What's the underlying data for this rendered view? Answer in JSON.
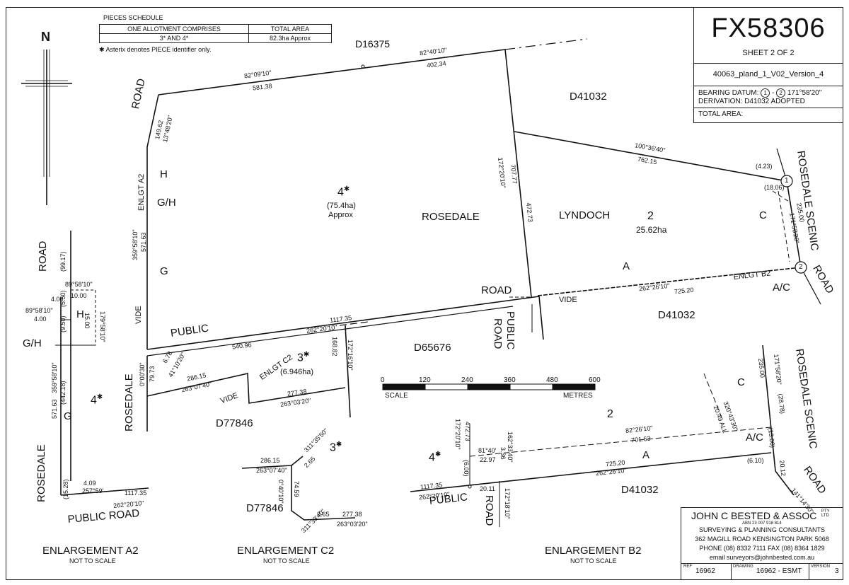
{
  "title_block": {
    "plan_number": "FX58306",
    "sheet": "SHEET 2 OF 2",
    "file_ref": "40063_pland_1_V02_Version_4",
    "bearing_datum_label": "BEARING DATUM:",
    "bearing_datum_from": "1",
    "bearing_datum_dash": "-",
    "bearing_datum_to": "2",
    "bearing_datum_value": "171°58'20\"",
    "derivation": "DERIVATION:  D41032 ADOPTED",
    "total_area": "TOTAL AREA:"
  },
  "schedule": {
    "heading": "PIECES  SCHEDULE",
    "col1": "ONE ALLOTMENT COMPRISES",
    "col2": "TOTAL AREA",
    "row_pieces": "3* AND 4*",
    "row_area": "82.3ha Approx",
    "note": "✱ Asterix denotes PIECE identifier only."
  },
  "north": {
    "label": "N"
  },
  "main_plan": {
    "d16375": "D16375",
    "d41032_top": "D41032",
    "d41032_mid": "D41032",
    "d65676": "D65676",
    "d77846": "D77846",
    "rosedale": "ROSEDALE",
    "lyndoch": "LYNDOCH",
    "piece4": "4",
    "piece4_area": "(75.4ha)",
    "piece4_approx": "Approx",
    "piece3": "3",
    "piece3_area": "(6.946ha)",
    "alloc2": "2",
    "alloc2_area": "25.62ha",
    "road_nw": "ROAD",
    "road_mid": "ROAD",
    "public_mid": "PUBLIC",
    "road_mid_v": "ROAD",
    "public_left": "PUBLIC",
    "rosedale_left": "ROSEDALE",
    "vide_left": "VIDE",
    "vide_mid": "VIDE",
    "vide_low": "VIDE",
    "enlgt_a2": "ENLGT A2",
    "enlgt_b2": "ENLGT B2",
    "enlgt_c2": "ENLGT C2",
    "rosedale_scenic": "ROSEDALE SCENIC",
    "road_e": "ROAD",
    "lbl_h": "H",
    "lbl_gh": "G/H",
    "lbl_g": "G",
    "lbl_a": "A",
    "lbl_c": "C",
    "lbl_ac": "A/C",
    "pt1": "1",
    "pt2": "2",
    "b_82_09_10": "82°09'10\"",
    "d_581_38": "581.38",
    "b_82_40_10": "82°40'10\"",
    "d_402_34": "402.34",
    "d_149_62": "149.62",
    "b_13_48_20": "13°48'20\"",
    "b_359_58_10": "359°58'10\"",
    "d_571_63": "571.63",
    "b_172_20_10": "172°20'10\"",
    "d_707_77": "707.77",
    "d_472_73": "472.73",
    "b_100_36_40": "100°36'40\"",
    "d_762_15": "762.15",
    "d_4_23": "(4.23)",
    "d_18_06": "(18.06)",
    "d_235_00": "235.00",
    "b_171_58_20": "171°58'20\"",
    "b_262_26_10": "262°26'10\"",
    "d_725_20": "725.20",
    "d_1117_35": "1117.35",
    "b_262_20_10": "262°20'10\"",
    "d_540_96": "540.96",
    "d_6_78": "6.78",
    "b_41_10_20": "41°10'20\"",
    "b_0_00_30": "0°00'30\"",
    "d_79_73": "79.73",
    "d_286_15": "286.15",
    "b_263_07_40": "263°07'40\"",
    "d_277_38": "277.38",
    "b_263_03_20": "263°03'20\"",
    "d_168_82": "168.82",
    "b_172_16_10": "172°16'10\""
  },
  "scale_bar": {
    "ticks": [
      "0",
      "120",
      "240",
      "360",
      "480",
      "600"
    ],
    "scale_label": "SCALE",
    "units_label": "METRES"
  },
  "enlargement_a2": {
    "title": "ENLARGEMENT A2",
    "subtitle": "NOT TO SCALE",
    "road": "ROAD",
    "public_road": "PUBLIC  ROAD",
    "rosedale": "ROSEDALE",
    "piece": "4",
    "lbl_h": "H",
    "lbl_gh": "G/H",
    "lbl_g": "G",
    "d_99_17": "(99.17)",
    "b_89_58_10_top": "89°58'10\"",
    "d_10_00": "10.00",
    "d_5_50": "(5.50)",
    "d_4_00": "4.00",
    "b_89_58_10_left": "89°58'10\"",
    "d_4_00b": "4.00",
    "d_9_50": "(9.50)",
    "d_15_00": "15.00",
    "b_179_58_10": "179°58'10\"",
    "b_359_58_10": "359°58'10\"",
    "d_571_63": "571.63",
    "d_442_18": "(442.18)",
    "d_4_09": "4.09",
    "b_257_59": "257°59'",
    "d_15_28": "(15.28)",
    "d_1117_35": "1117.35",
    "b_262_20_10": "262°20'10\""
  },
  "enlargement_c2": {
    "title": "ENLARGEMENT C2",
    "subtitle": "NOT TO SCALE",
    "d77846": "D77846",
    "piece": "3",
    "d_286_15": "286.15",
    "b_263_07_40": "263°07'40\"",
    "b_311_35_50": "311°35'50\"",
    "d_2_65a": "2.65",
    "b_0_40_10": "0°40'10\"",
    "d_74_59": "74.59",
    "b_311_33_40": "311°33'40\"",
    "d_2_65b": "2.65",
    "d_277_38": "277.38",
    "b_263_03_20": "263°03'20\""
  },
  "enlargement_b2": {
    "title": "ENLARGEMENT B2",
    "subtitle": "NOT TO SCALE",
    "rosedale_scenic": "ROSEDALE  SCENIC",
    "road_e": "ROAD",
    "public": "PUBLIC",
    "road_v": "ROAD",
    "d41032": "D41032",
    "alloc": "2",
    "piece": "4",
    "lbl_c": "C",
    "lbl_a": "A",
    "lbl_ac": "A/C",
    "b_171_58_20": "171°58'20\"",
    "d_235_00": "235.00",
    "d_28_78": "(28.78)",
    "b_320_43_30": "320°43'30\"",
    "d_20_49": "20.49 ALL",
    "d_13_00": "(13.00)",
    "d_6_10": "(6.10)",
    "d_20_12": "20.12",
    "b_141_14_30": "141°14'30\"",
    "b_82_26_10": "82°26'10\"",
    "d_701_63": "701.63",
    "d_725_20": "725.20",
    "b_262_26_10": "262°26'10\"",
    "b_172_20_10": "172°20'10\"",
    "d_472_73": "472.73",
    "d_6_00": "(6.00)",
    "b_81_40": "81°40'",
    "d_22_97": "22.97",
    "b_162_33_40": "162°33'40\"",
    "d_3_36": "3.36",
    "d_1117_35": "1117.35",
    "b_262_20_10": "262°20'10\"",
    "d_20_11": "20.11",
    "b_172_18_10": "172°18'10\""
  },
  "firm": {
    "name": "JOHN C BESTED & ASSOC",
    "pty": "PTY LTD",
    "abn": "ABN 23 007 918 814",
    "line1": "SURVEYING & PLANNING CONSULTANTS",
    "line2": "362 MAGILL ROAD  KENSINGTON PARK 5068",
    "line3": "PHONE (08) 8332 7111  FAX (08) 8364 1829",
    "line4": "email  surveyors@johnbested.com.au",
    "ref_label": "REF",
    "ref_value": "16962",
    "drawing_label": "DRAWING",
    "drawing_value": "16962 - ESMT",
    "version_label": "VERSION",
    "version_value": "3"
  }
}
